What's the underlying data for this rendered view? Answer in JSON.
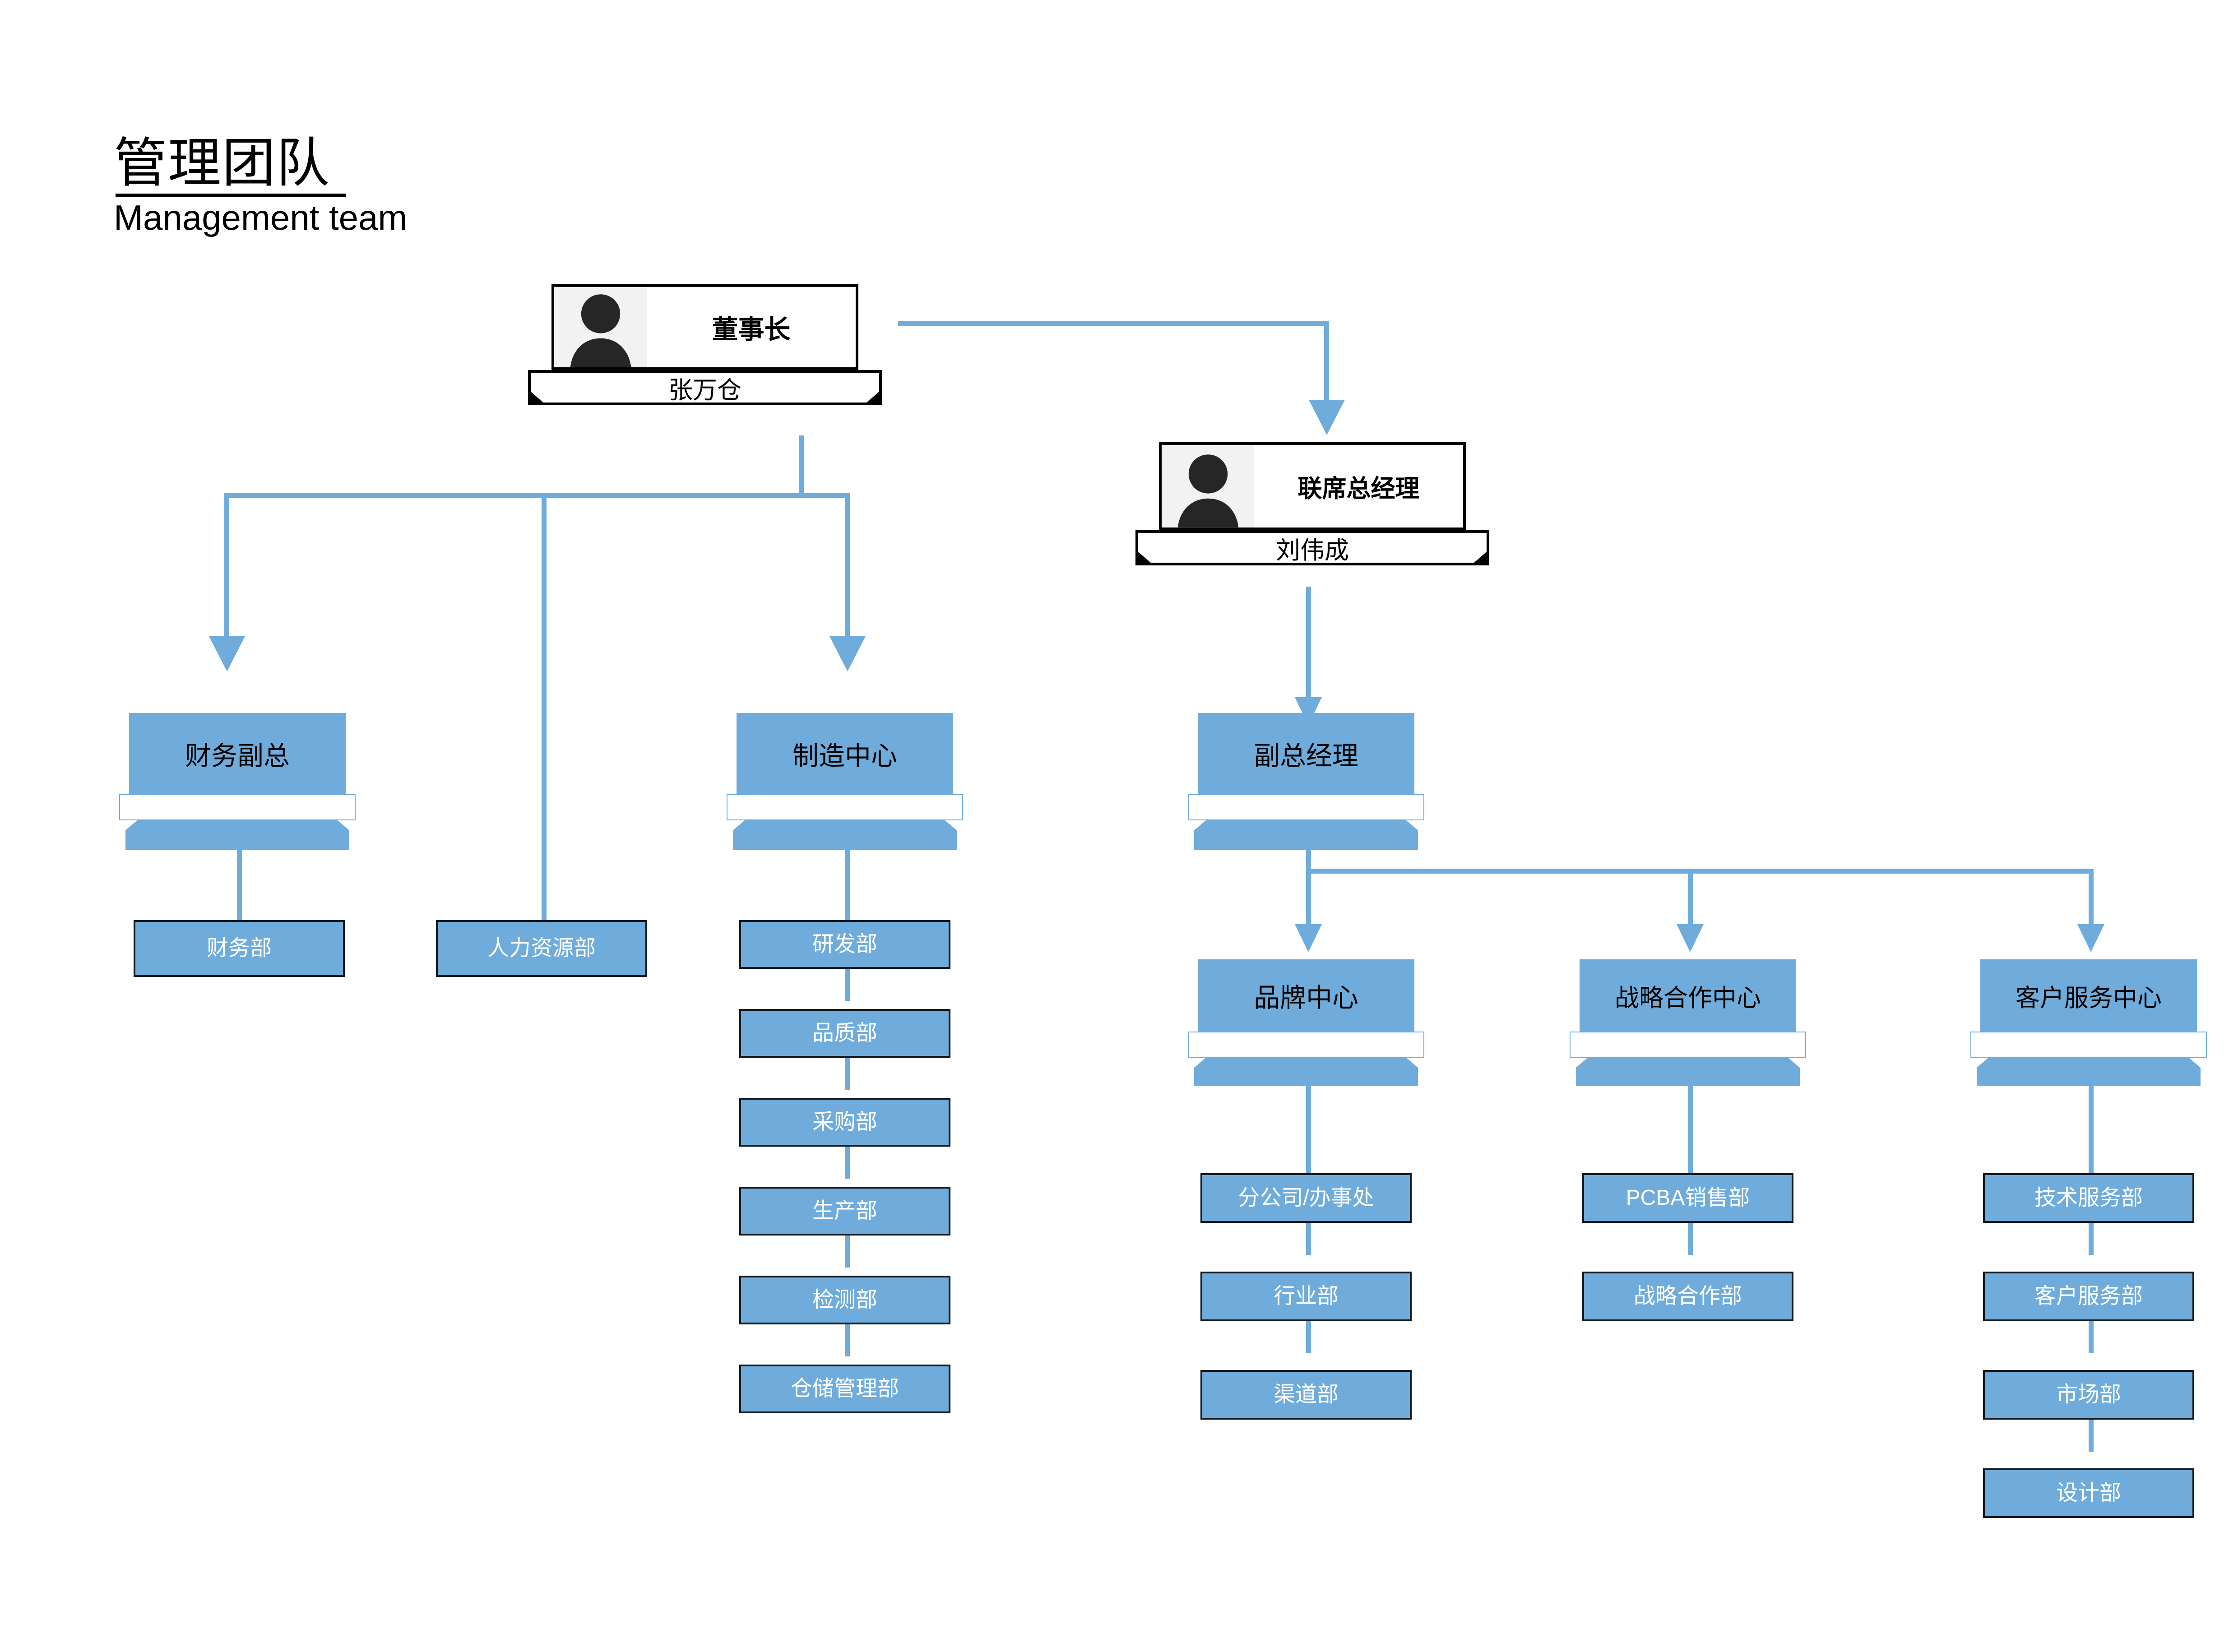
{
  "header": {
    "title_cn": "管理团队",
    "title_en": "Management team"
  },
  "people": [
    {
      "id": "chairman",
      "role": "董事长",
      "name": "张万仓",
      "avatar_icon": "person-avatar-icon"
    },
    {
      "id": "co_general_manager",
      "role": "联席总经理",
      "name": "刘伟成",
      "avatar_icon": "person-avatar-icon"
    }
  ],
  "units": [
    {
      "id": "finance_vp",
      "label": "财务副总"
    },
    {
      "id": "manufacturing",
      "label": "制造中心"
    },
    {
      "id": "deputy_gm",
      "label": "副总经理"
    },
    {
      "id": "brand_center",
      "label": "品牌中心"
    },
    {
      "id": "strategy_center",
      "label": "战略合作中心"
    },
    {
      "id": "service_center",
      "label": "客户服务中心"
    }
  ],
  "departments": {
    "finance": [
      {
        "id": "finance_dept",
        "label": "财务部"
      }
    ],
    "hr": [
      {
        "id": "hr_dept",
        "label": "人力资源部"
      }
    ],
    "manufacturing": [
      {
        "id": "rd_dept",
        "label": "研发部"
      },
      {
        "id": "quality_dept",
        "label": "品质部"
      },
      {
        "id": "purchase_dept",
        "label": "采购部"
      },
      {
        "id": "production_dept",
        "label": "生产部"
      },
      {
        "id": "testing_dept",
        "label": "检测部"
      },
      {
        "id": "warehouse_dept",
        "label": "仓储管理部"
      }
    ],
    "brand": [
      {
        "id": "branch_office",
        "label": "分公司/办事处"
      },
      {
        "id": "industry_dept",
        "label": "行业部"
      },
      {
        "id": "channel_dept",
        "label": "渠道部"
      }
    ],
    "strategy": [
      {
        "id": "pcba_sales_dept",
        "label": "PCBA销售部"
      },
      {
        "id": "strategy_dept",
        "label": "战略合作部"
      }
    ],
    "service": [
      {
        "id": "tech_service_dept",
        "label": "技术服务部"
      },
      {
        "id": "customer_service_dept",
        "label": "客户服务部"
      },
      {
        "id": "marketing_dept",
        "label": "市场部"
      },
      {
        "id": "design_dept",
        "label": "设计部"
      }
    ]
  },
  "colors": {
    "accent_blue": "#6FACDB",
    "box_border": "#14181C",
    "photo_bg": "#F2F2F2",
    "leaf_text": "#FFFFFF",
    "header_text": "#000000",
    "page_bg": "#FFFFFF"
  }
}
